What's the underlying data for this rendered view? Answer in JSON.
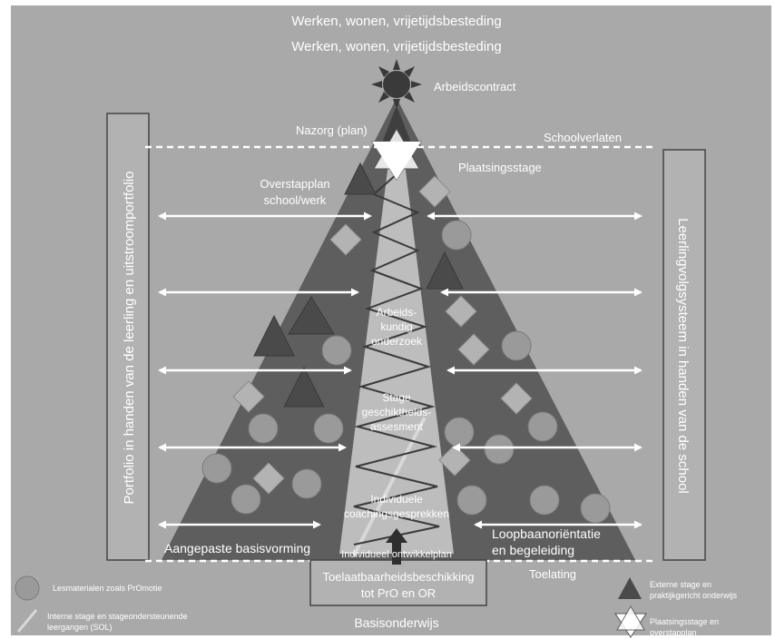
{
  "title": {
    "line1": "Werken, wonen, vrijetijdsbesteding",
    "line2": "Werken, wonen, vrijetijdsbesteding"
  },
  "top": {
    "contract": "Arbeidscontract",
    "nazorg": "Nazorg (plan)",
    "schoolverlaten": "Schoolverlaten",
    "plaatsingsstage": "Plaatsingsstage",
    "overstapplan_line1": "Overstapplan",
    "overstapplan_line2": "school/werk"
  },
  "side": {
    "left": "Portfolio in handen van de leerling en uitstroomportfolio",
    "right": "Leerlingvolgsysteem in handen van de school"
  },
  "center": {
    "arbeid_line1": "Arbeids-",
    "arbeid_line2": "kundig",
    "arbeid_line3": "onderzoek",
    "stage_line1": "Stage",
    "stage_line2": "geschiktheids-",
    "stage_line3": "assesment",
    "coaching_line1": "Individuele",
    "coaching_line2": "coachingsgesprekken",
    "ontwikkelplan": "Individueel ontwikkelplan"
  },
  "bottom": {
    "left": "Aangepaste basisvorming",
    "right_line1": "Loopbaanoriëntatie",
    "right_line2": "en begeleiding",
    "toelating": "Toelating",
    "beschikking_line1": "Toelaatbaarheidsbeschikking",
    "beschikking_line2": "tot PrO en OR",
    "basisonderwijs": "Basisonderwijs"
  },
  "legend": {
    "circle_label": "Lesmaterialen zoals PrOmotie",
    "stage_line1": "Interne stage en stageondersteunende",
    "stage_line2": "leergangen (SOL)",
    "triangle_line1": "Externe stage en",
    "triangle_line2": "praktijkgericht onderwijs",
    "star_line1": "Plaatsingsstage en",
    "star_line2": "overstapplan"
  },
  "colors": {
    "background": "#a9a9a9",
    "pyramid": "#5e5e5e",
    "center_wedge": "#bdbdbd",
    "circle_fill": "#9a9a9a",
    "diamond_fill": "#b3b3b3",
    "triangle_fill": "#4e4e4e",
    "sun": "#3a3a3a"
  },
  "icons": {
    "sun": "sun-icon",
    "circle": "circle-icon",
    "diamond": "diamond-icon",
    "triangle": "triangle-icon",
    "star": "star-of-david-icon",
    "arrow": "double-arrow-icon",
    "up_arrow": "up-arrow-icon"
  }
}
